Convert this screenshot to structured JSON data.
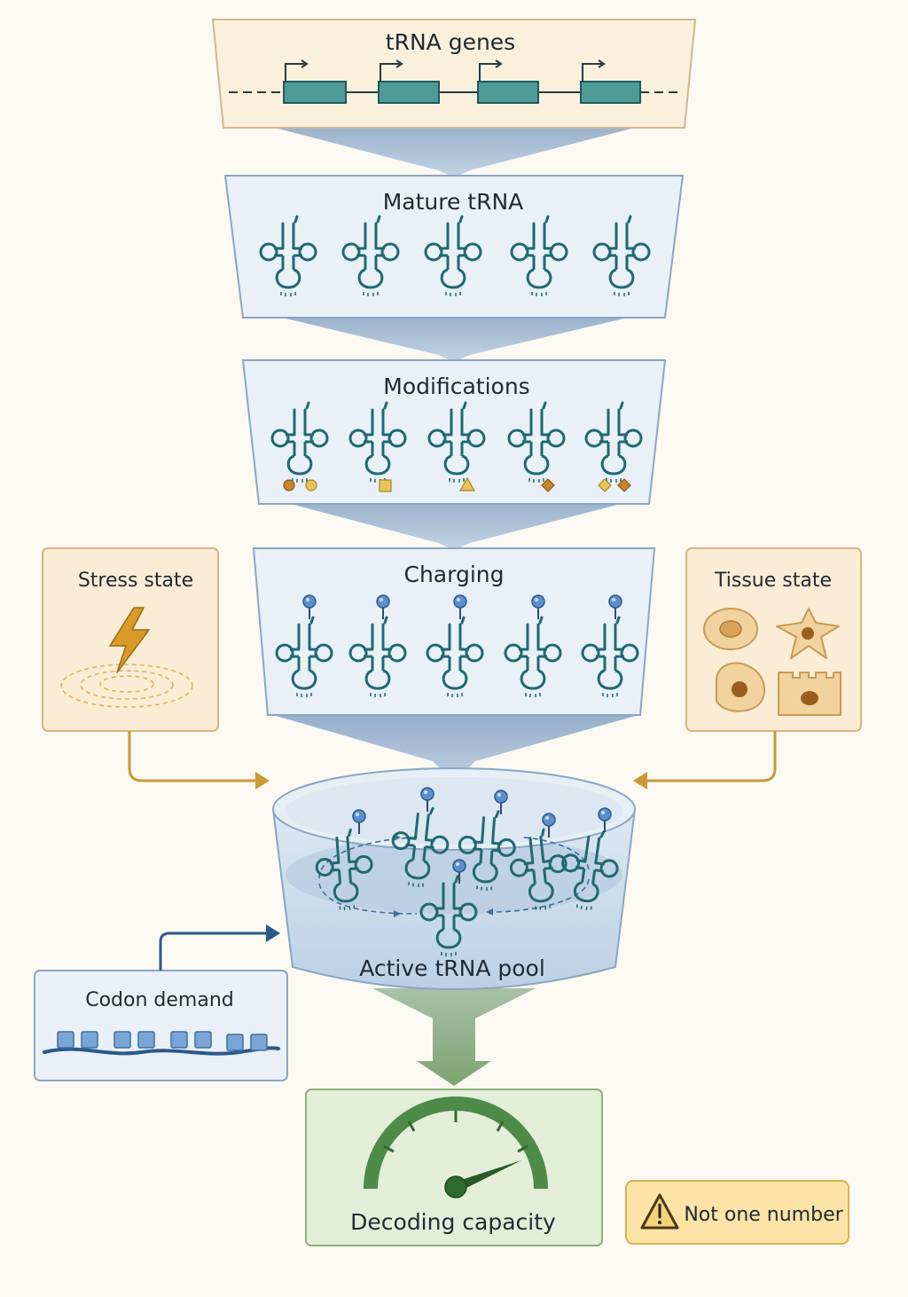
{
  "stages": {
    "genes": {
      "title": "tRNA genes"
    },
    "mature": {
      "title": "Mature tRNA"
    },
    "modifications": {
      "title": "Modifications"
    },
    "charging": {
      "title": "Charging"
    },
    "pool": {
      "title": "Active tRNA pool"
    },
    "decoding": {
      "title": "Decoding capacity"
    }
  },
  "inputs": {
    "stress": {
      "title": "Stress state"
    },
    "tissue": {
      "title": "Tissue state"
    },
    "codon": {
      "title": "Codon demand"
    }
  },
  "warning": {
    "text": "Not one number"
  },
  "colors": {
    "trna": "#1e6a70",
    "blue_box_fill": "#e9f0f7",
    "blue_box_stroke": "#8aa6c4",
    "orange_box_fill": "#fbecd6",
    "orange_box_stroke": "#d8b47c",
    "green_box_fill": "#e3eed8",
    "green_box_stroke": "#8db07a",
    "gold_arrow": "#c99a35",
    "blue_arrow": "#2b5a8a",
    "green_arrow": "#6f9a62",
    "amino_acid": "#5b8fd0"
  },
  "icons": {
    "stress": "lightning-bolt-icon",
    "tissue": "cell-types-icon",
    "codon": "mrna-codon-icon",
    "decoding": "gauge-icon",
    "warning": "warning-triangle-icon"
  }
}
